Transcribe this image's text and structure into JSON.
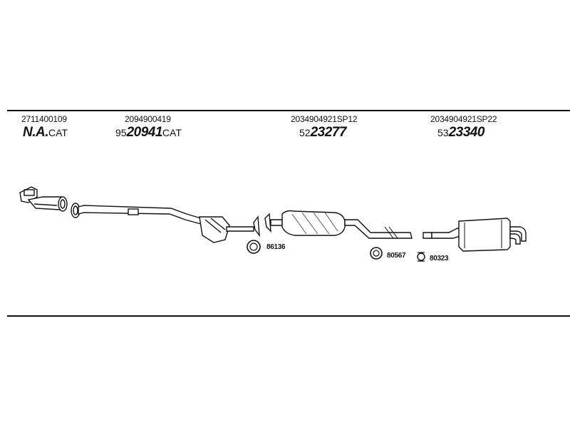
{
  "groups": [
    {
      "part_no": "2711400109",
      "prefix": "",
      "code": "N.A.",
      "suffix": "CAT"
    },
    {
      "part_no": "2094900419",
      "prefix": "95",
      "code": "20941",
      "suffix": "CAT"
    },
    {
      "part_no": "2034904921SP12",
      "prefix": "52",
      "code": "23277",
      "suffix": ""
    },
    {
      "part_no": "2034904921SP22",
      "prefix": "53",
      "code": "23340",
      "suffix": ""
    }
  ],
  "small_parts": [
    {
      "label": "86136"
    },
    {
      "label": "80567"
    },
    {
      "label": "80323"
    }
  ]
}
